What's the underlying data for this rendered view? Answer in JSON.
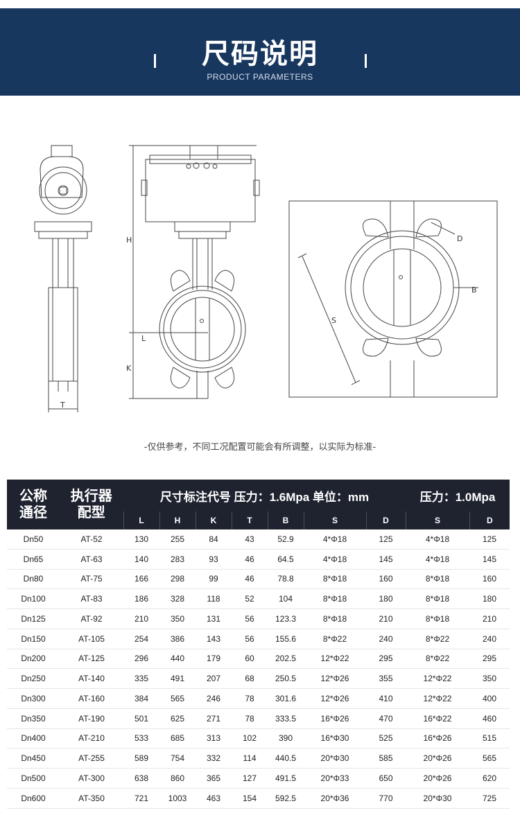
{
  "header": {
    "title": "尺码说明",
    "subtitle": "PRODUCT PARAMETERS"
  },
  "drawing": {
    "labels": {
      "T": "T",
      "H": "H",
      "K": "K",
      "L": "L",
      "S": "S",
      "D": "D",
      "B": "B"
    }
  },
  "note": "-仅供参考，不同工况配置可能会有所调整，以实际为标准-",
  "table": {
    "head_nominal": "公称\n通径",
    "head_nominal_1": "公称",
    "head_nominal_2": "通径",
    "head_actuator_1": "执行器",
    "head_actuator_2": "配型",
    "head_group_1": "尺寸标注代号 压力：1.6Mpa 单位：mm",
    "head_group_2": "压力：1.0Mpa",
    "subheads": [
      "L",
      "H",
      "K",
      "T",
      "B",
      "S",
      "D",
      "S",
      "D"
    ],
    "rows": [
      [
        "Dn50",
        "AT-52",
        "130",
        "255",
        "84",
        "43",
        "52.9",
        "4*Φ18",
        "125",
        "4*Φ18",
        "125"
      ],
      [
        "Dn65",
        "AT-63",
        "140",
        "283",
        "93",
        "46",
        "64.5",
        "4*Φ18",
        "145",
        "4*Φ18",
        "145"
      ],
      [
        "Dn80",
        "AT-75",
        "166",
        "298",
        "99",
        "46",
        "78.8",
        "8*Φ18",
        "160",
        "8*Φ18",
        "160"
      ],
      [
        "Dn100",
        "AT-83",
        "186",
        "328",
        "118",
        "52",
        "104",
        "8*Φ18",
        "180",
        "8*Φ18",
        "180"
      ],
      [
        "Dn125",
        "AT-92",
        "210",
        "350",
        "131",
        "56",
        "123.3",
        "8*Φ18",
        "210",
        "8*Φ18",
        "210"
      ],
      [
        "Dn150",
        "AT-105",
        "254",
        "386",
        "143",
        "56",
        "155.6",
        "8*Φ22",
        "240",
        "8*Φ22",
        "240"
      ],
      [
        "Dn200",
        "AT-125",
        "296",
        "440",
        "179",
        "60",
        "202.5",
        "12*Φ22",
        "295",
        "8*Φ22",
        "295"
      ],
      [
        "Dn250",
        "AT-140",
        "335",
        "491",
        "207",
        "68",
        "250.5",
        "12*Φ26",
        "355",
        "12*Φ22",
        "350"
      ],
      [
        "Dn300",
        "AT-160",
        "384",
        "565",
        "246",
        "78",
        "301.6",
        "12*Φ26",
        "410",
        "12*Φ22",
        "400"
      ],
      [
        "Dn350",
        "AT-190",
        "501",
        "625",
        "271",
        "78",
        "333.5",
        "16*Φ26",
        "470",
        "16*Φ22",
        "460"
      ],
      [
        "Dn400",
        "AT-210",
        "533",
        "685",
        "313",
        "102",
        "390",
        "16*Φ30",
        "525",
        "16*Φ26",
        "515"
      ],
      [
        "Dn450",
        "AT-255",
        "589",
        "754",
        "332",
        "114",
        "440.5",
        "20*Φ30",
        "585",
        "20*Φ26",
        "565"
      ],
      [
        "Dn500",
        "AT-300",
        "638",
        "860",
        "365",
        "127",
        "491.5",
        "20*Φ33",
        "650",
        "20*Φ26",
        "620"
      ],
      [
        "Dn600",
        "AT-350",
        "721",
        "1003",
        "463",
        "154",
        "592.5",
        "20*Φ36",
        "770",
        "20*Φ30",
        "725"
      ]
    ]
  }
}
